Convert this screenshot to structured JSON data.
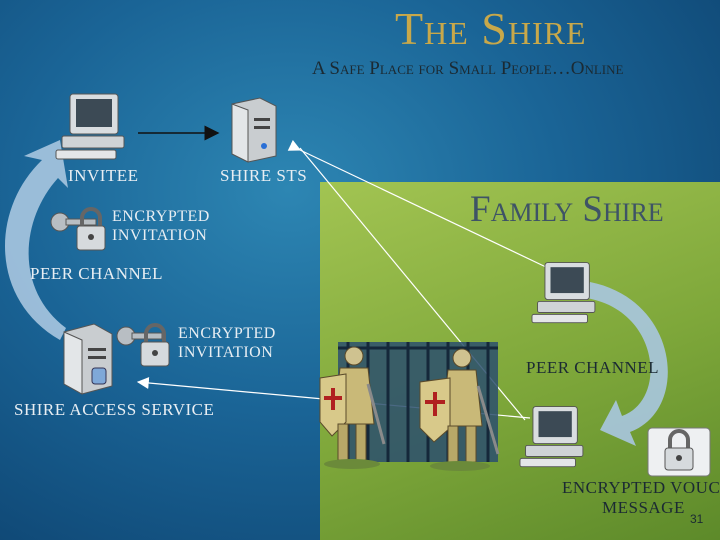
{
  "title": "The Shire",
  "subtitle": "A Safe Place for Small People…Online",
  "family_title": "Family Shire",
  "labels": {
    "invitee": "Invitee",
    "shire_sts": "Shire STS",
    "encrypted_invitation_top_1": "Encrypted",
    "encrypted_invitation_top_2": "Invitation",
    "peer_channel_left": "Peer Channel",
    "encrypted_invitation_bottom_1": "Encrypted",
    "encrypted_invitation_bottom_2": "Invitation",
    "shire_access_service": "Shire Access Service",
    "peer_channel_right": "Peer Channel",
    "encrypted_vouch_1": "Encrypted Vouch",
    "encrypted_vouch_2": "Message"
  },
  "page_number": "31",
  "colors": {
    "background": "#1a6496",
    "family_panel": "#8db545",
    "title_gold": "#c8a84a",
    "arrow_fill": "#a9c6e0"
  },
  "icons": [
    "desktop-computer-icon",
    "server-icon",
    "padlock-icon",
    "key-icon",
    "knight-icon",
    "gate-icon"
  ]
}
